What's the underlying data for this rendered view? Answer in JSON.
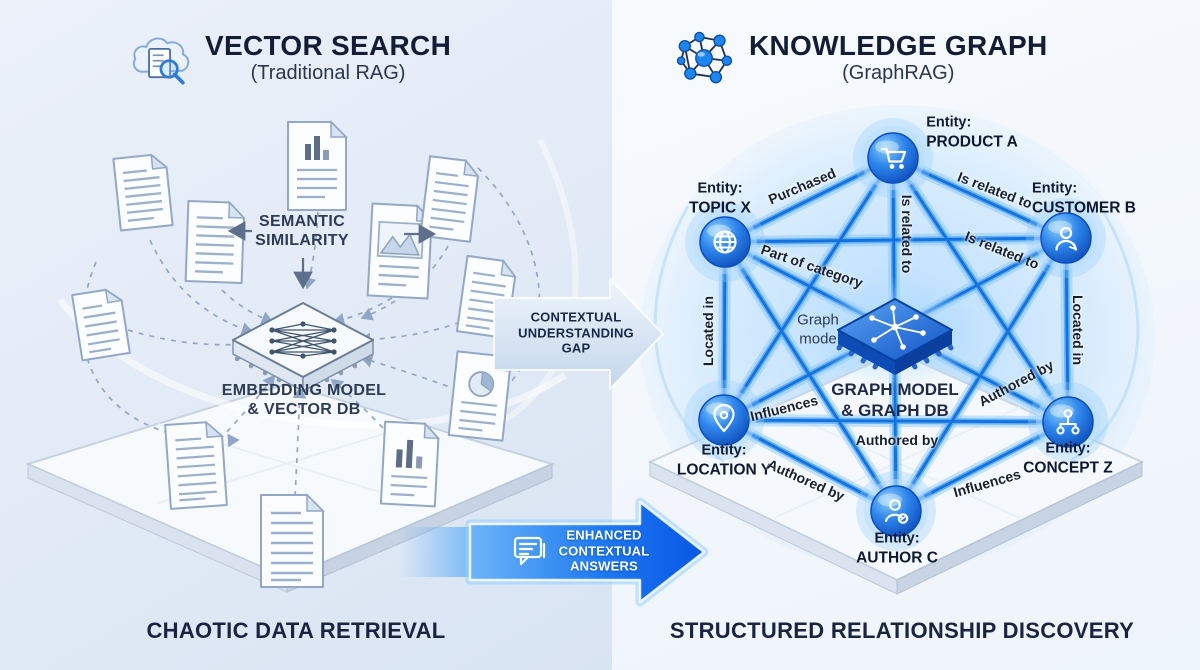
{
  "left": {
    "title": "VECTOR SEARCH",
    "subtitle": "(Traditional RAG)",
    "semantic": {
      "line1": "SEMANTIC",
      "line2": "SIMILARITY"
    },
    "embedding": {
      "line1": "EMBEDDING MODEL",
      "line2": "& VECTOR DB"
    },
    "caption": "CHAOTIC DATA RETRIEVAL"
  },
  "middle": {
    "gap": {
      "line1": "CONTEXTUAL",
      "line2": "UNDERSTANDING",
      "line3": "GAP"
    },
    "answers": {
      "line1": "ENHANCED",
      "line2": "CONTEXTUAL",
      "line3": "ANSWERS"
    }
  },
  "right": {
    "title": "KNOWLEDGE GRAPH",
    "subtitle": "(GraphRAG)",
    "graph_model": {
      "line1": "GRAPH MODEL",
      "line2": "& GRAPH DB"
    },
    "graph_mode": {
      "line1": "Graph",
      "line2": "mode"
    },
    "caption": "STRUCTURED RELATIONSHIP DISCOVERY",
    "entities": {
      "product": {
        "prefix": "Entity:",
        "name": "PRODUCT A"
      },
      "topic": {
        "prefix": "Entity:",
        "name": "TOPIC X"
      },
      "customer": {
        "prefix": "Entity:",
        "name": "CUSTOMER B"
      },
      "location": {
        "prefix": "Entity:",
        "name": "LOCATION Y"
      },
      "concept": {
        "prefix": "Entity:",
        "name": "CONCEPT Z"
      },
      "author": {
        "prefix": "Entity:",
        "name": "AUTHOR C"
      }
    },
    "edges": {
      "purchased": "Purchased",
      "related_top_right": "Is related to",
      "related_center": "Is related to",
      "related_right": "Is related to",
      "part_of_category": "Part of category",
      "located_left": "Located in",
      "located_right": "Located in",
      "influences_left": "Influences",
      "influences_bottom": "Influences",
      "authored_center": "Authored by",
      "authored_left": "Authored by",
      "authored_right": "Authored by"
    }
  },
  "icons": {
    "left_header": "cloud-doc-search-icon",
    "right_header": "network-graph-icon",
    "answers_arrow": "chat-icon",
    "entities": {
      "product": "cart-icon",
      "topic": "globe-icon",
      "customer": "person-icon",
      "location": "pin-icon",
      "concept": "hierarchy-icon",
      "author": "author-pen-icon"
    }
  },
  "colors": {
    "title_text": "#141d36",
    "edge_blue": "#1272e0",
    "node_blue": "#1565d8",
    "arrow_bright_blue": "#0b5fe8",
    "arrow_pale_blue": "#c3d6ec",
    "left_background": "#e1eaf6",
    "right_background": "#f7fafd"
  }
}
